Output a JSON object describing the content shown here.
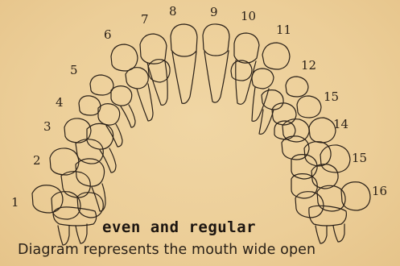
{
  "tooth_numbers": {
    "n1": "1",
    "n2": "2",
    "n3": "3",
    "n4": "4",
    "n5": "5",
    "n6": "6",
    "n7": "7",
    "n8": "8",
    "n9": "9",
    "n10": "10",
    "n11": "11",
    "n12": "12",
    "n13": "15",
    "n14": "14",
    "n15": "15",
    "n16": "16"
  },
  "caption_bold": "even and regular",
  "caption": "Diagram represents the mouth wide open",
  "colors": {
    "paper": "#edd09a",
    "ink": "#2b2118"
  }
}
